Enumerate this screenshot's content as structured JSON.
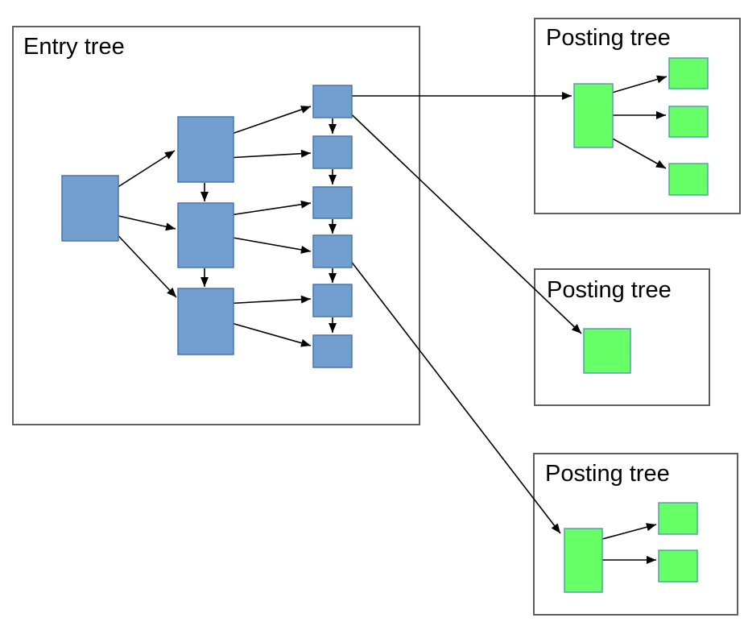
{
  "entry_tree": {
    "label": "Entry tree"
  },
  "posting_trees": [
    {
      "label": "Posting tree"
    },
    {
      "label": "Posting tree"
    },
    {
      "label": "Posting tree"
    }
  ],
  "colors": {
    "background": "#ffffff",
    "label_color": "#000000",
    "container_border": "#5f5f5f",
    "entry_node_fill": "#729fcf",
    "entry_node_border": "#4a77a8",
    "posting_node_fill": "#66ff66",
    "posting_node_border": "#56a0aa",
    "arrow_color": "#000000"
  }
}
